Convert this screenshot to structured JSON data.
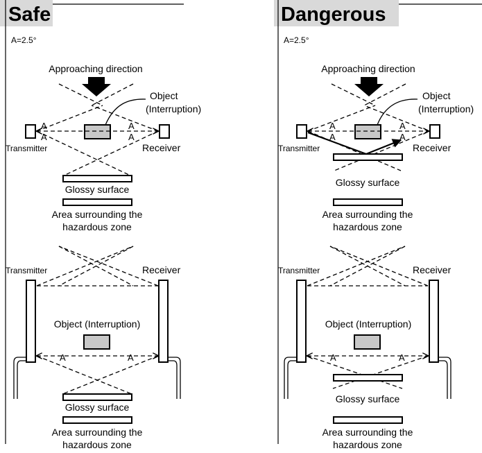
{
  "panels": [
    {
      "title": "Safe",
      "angle_note": "A=2.5°",
      "approach_label": "Approaching direction",
      "object_label_line1": "Object",
      "object_label_line2": "(Interruption)",
      "transmitter_label": "Transmitter",
      "receiver_label": "Receiver",
      "angle_symbol": "A",
      "glossy_label": "Glossy surface",
      "hazard_line1": "Area surrounding the",
      "hazard_line2": "hazardous zone",
      "transmitter_label_2": "Transmitter",
      "receiver_label_2": "Receiver",
      "object_label_2": "Object (Interruption)",
      "glossy_label_2": "Glossy surface",
      "hazard_line1_2": "Area surrounding the",
      "hazard_line2_2": "hazardous zone"
    },
    {
      "title": "Dangerous",
      "angle_note": "A=2.5°",
      "approach_label": "Approaching direction",
      "object_label_line1": "Object",
      "object_label_line2": "(Interruption)",
      "transmitter_label": "Transmitter",
      "receiver_label": "Receiver",
      "angle_symbol": "A",
      "glossy_label": "Glossy surface",
      "hazard_line1": "Area surrounding the",
      "hazard_line2": "hazardous zone",
      "transmitter_label_2": "Transmitter",
      "receiver_label_2": "Receiver",
      "object_label_2": "Object (Interruption)",
      "glossy_label_2": "Glossy surface",
      "hazard_line1_2": "Area surrounding the",
      "hazard_line2_2": "hazardous zone"
    }
  ],
  "colors": {
    "title_background": "#d9d9d9",
    "object_fill": "#c8c8c8",
    "line": "#000000"
  }
}
